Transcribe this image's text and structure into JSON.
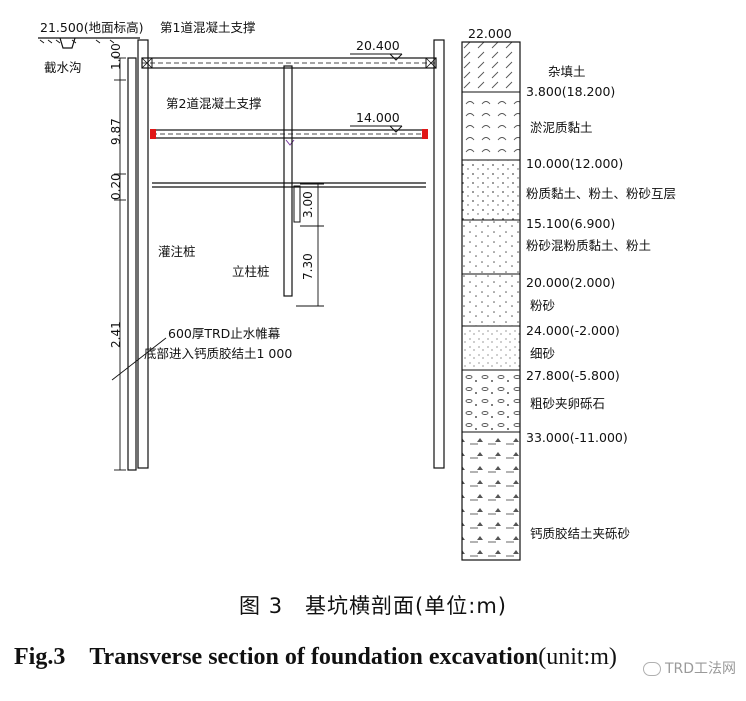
{
  "labels": {
    "ground_level": "21.500(地面标高)",
    "strut1": "第1道混凝土支撑",
    "ditch": "截水沟",
    "elev_strut1": "20.400",
    "strut2": "第2道混凝土支撑",
    "elev_strut2": "14.000",
    "bored_pile": "灌注桩",
    "column_pile": "立柱桩",
    "trd_line1": "600厚TRD止水帷幕",
    "trd_line2": "底部进入钙质胶结土1 000"
  },
  "dims": {
    "d1": "1.00",
    "d2": "9.87",
    "d3": "0.20",
    "d4": "2.41",
    "col_a": "3.00",
    "col_b": "7.30"
  },
  "strata": {
    "top_elev": "22.000",
    "layers": [
      {
        "name": "杂填土",
        "bottom": "3.800(18.200)"
      },
      {
        "name": "淤泥质黏土",
        "bottom": "10.000(12.000)"
      },
      {
        "name": "粉质黏土、粉土、粉砂互层",
        "bottom": "15.100(6.900)"
      },
      {
        "name": "粉砂混粉质黏土、粉土",
        "bottom": "20.000(2.000)"
      },
      {
        "name": "粉砂",
        "bottom": "24.000(-2.000)"
      },
      {
        "name": "细砂",
        "bottom": "27.800(-5.800)"
      },
      {
        "name": "粗砂夹卵砾石",
        "bottom": "33.000(-11.000)"
      },
      {
        "name": "钙质胶结土夹砾砂",
        "bottom": ""
      }
    ]
  },
  "caption": {
    "cn": "图 3　基坑横剖面(单位:m)",
    "en_main": "Fig.3　Transverse section of foundation excavation",
    "en_unit": "(unit:m)"
  },
  "watermark": "TRD工法网"
}
